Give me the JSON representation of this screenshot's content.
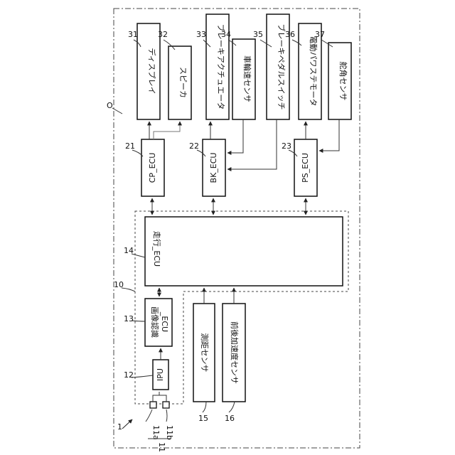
{
  "labels": {
    "system": "1",
    "outer_frame": "O",
    "control_unit": "10",
    "camera_group": "11",
    "camera_a": "11a",
    "camera_b": "11b",
    "ipu_ref": "12",
    "recog_ecu_ref": "13",
    "drive_ecu_ref": "14",
    "distance_sensor_ref": "15",
    "accel_sensor_ref": "16",
    "cp_ecu_ref": "21",
    "bk_ecu_ref": "22",
    "ps_ecu_ref": "23",
    "display_ref": "31",
    "speaker_ref": "32",
    "brake_actuator_ref": "33",
    "wheel_speed_ref": "34",
    "brake_pedal_ref": "35",
    "ep_motor_ref": "36",
    "steer_angle_ref": "37"
  },
  "boxes": {
    "display": "ディスプレイ",
    "speaker": "スピーカ",
    "brake_actuator": "ブレーキアクチュエータ",
    "wheel_speed": "車輪速センサ",
    "brake_pedal": "ブレーキペダルスイッチ",
    "ep_motor": "電動パワステモータ",
    "steer_angle": "舵角センサ",
    "cp_ecu": "CP_ECU",
    "bk_ecu": "BK_ECU",
    "ps_ecu": "PS_ECU",
    "drive_ecu": "走行_ECU",
    "recog_ecu_line1": "画像認識",
    "recog_ecu_line2": "_ECU",
    "ipu": "IPU",
    "distance_sensor": "測距センサ",
    "accel_sensor": "前後加速度センサ"
  }
}
